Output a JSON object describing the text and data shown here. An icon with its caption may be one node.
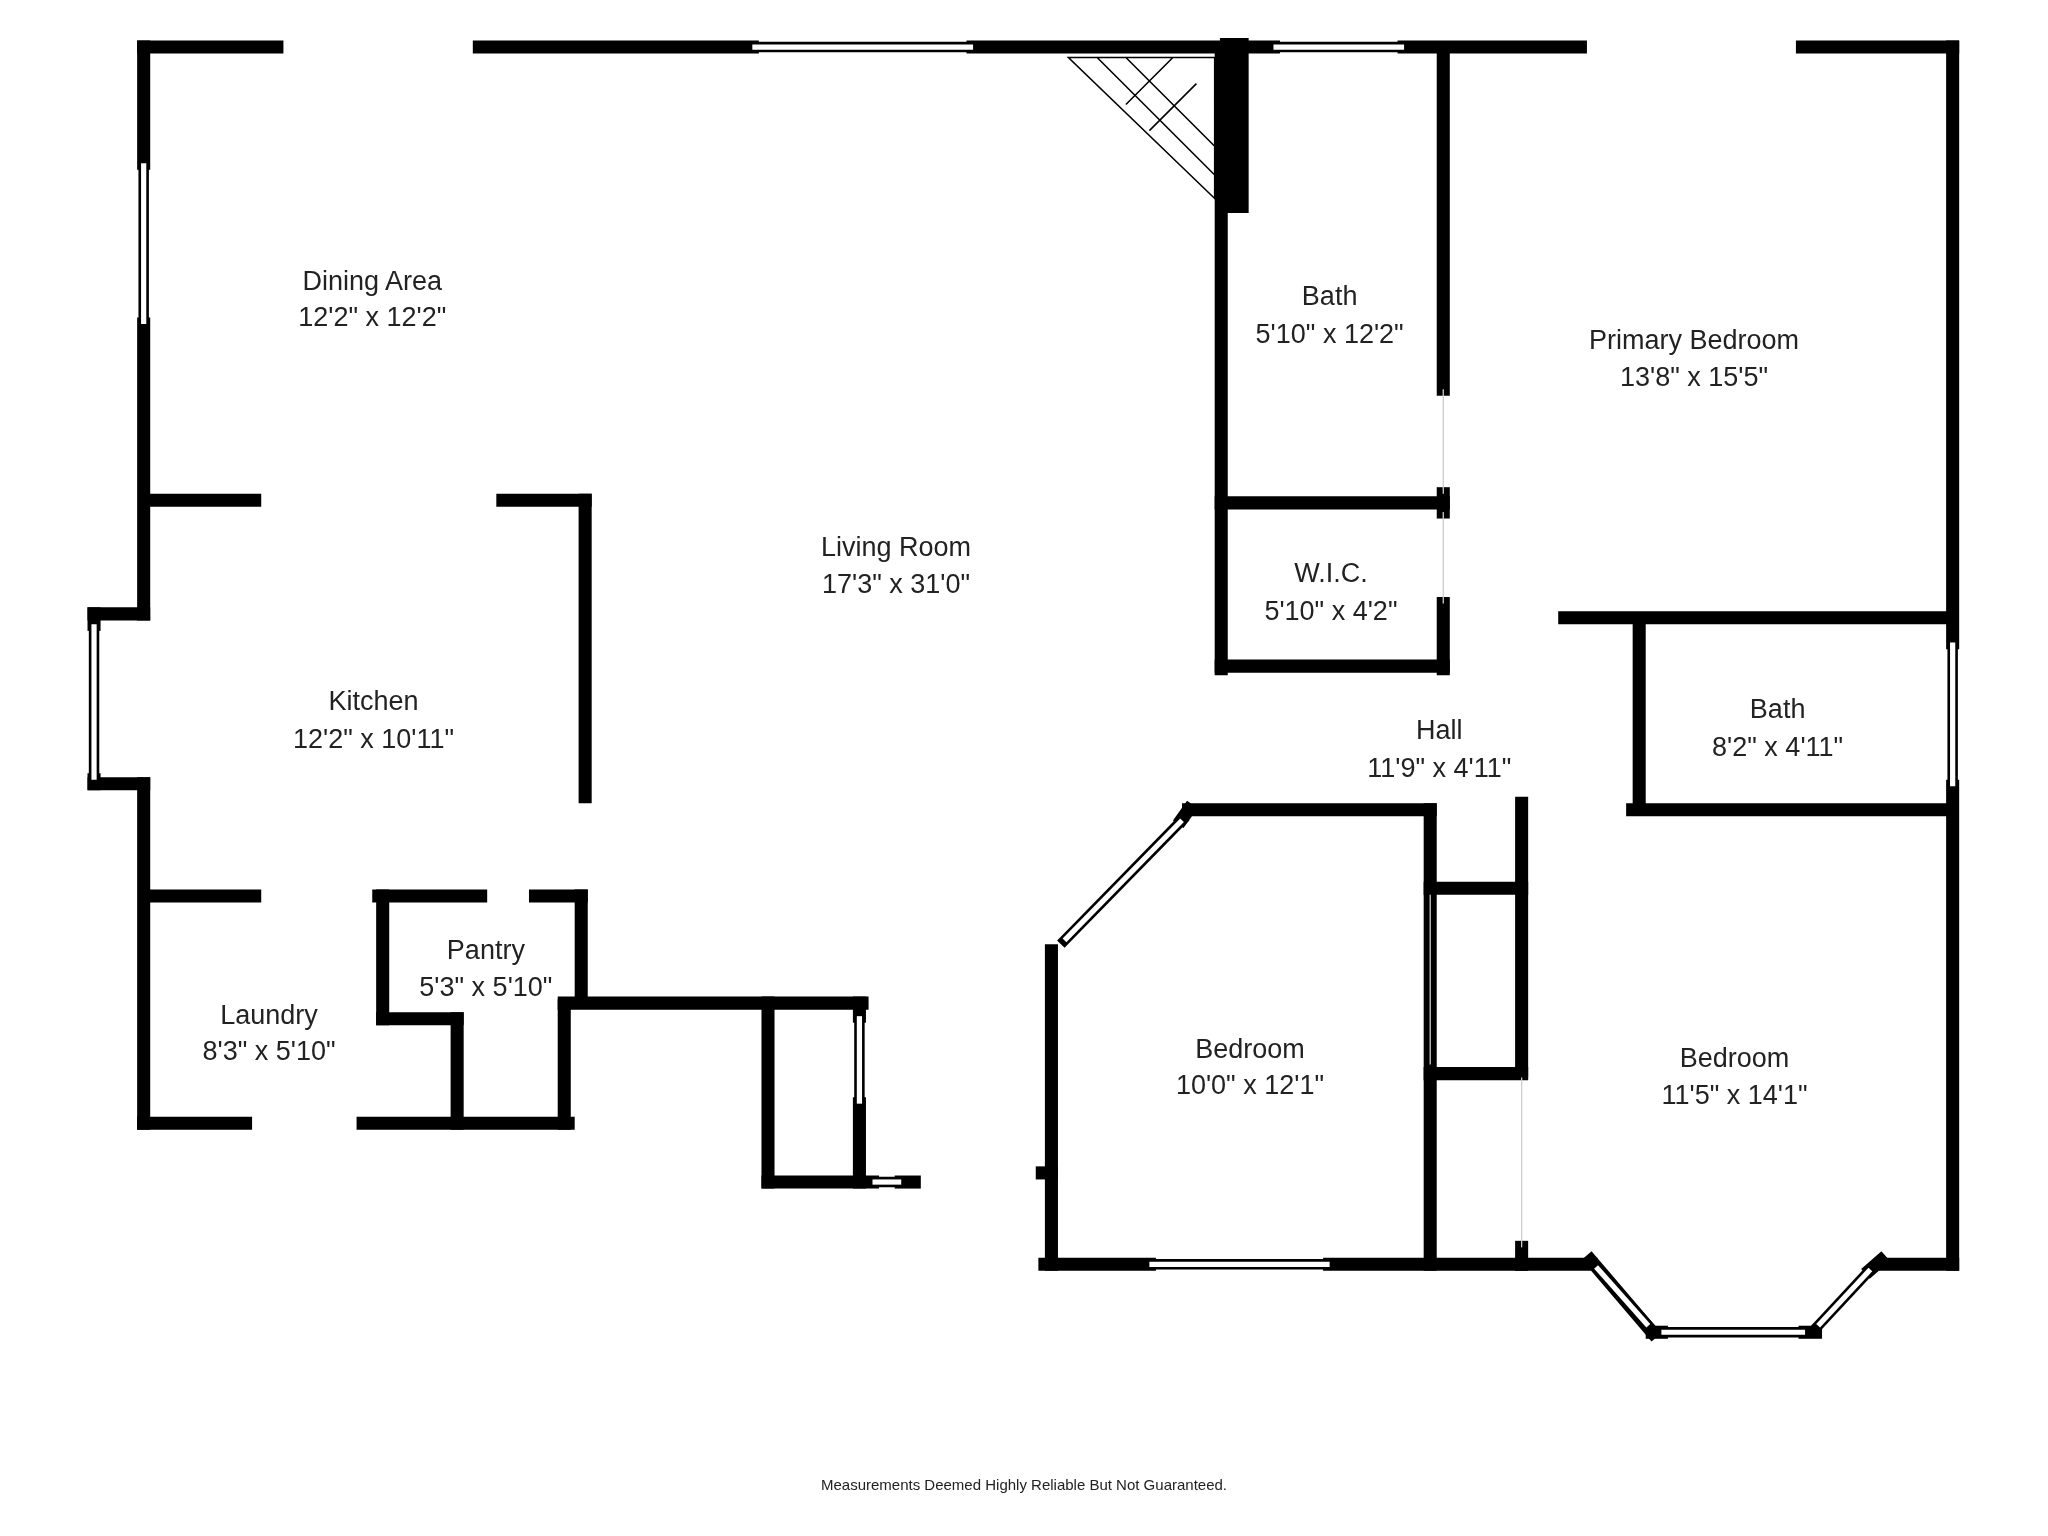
{
  "diagram": {
    "labels": [
      "Dining Area",
      "12'2\" x 12'2\"",
      "Bath",
      "5'10\" x 12'2\"",
      "Primary Bedroom",
      "13'8\" x 15'5\"",
      "Living Room",
      "17'3\" x 31'0\"",
      "W.I.C.",
      "5'10\" x 4'2\"",
      "Kitchen",
      "12'2\" x 10'11\"",
      "Bath",
      "8'2\" x 4'11\"",
      "Hall",
      "11'9\" x 4'11\"",
      "Pantry",
      "5'3\" x 5'10\"",
      "Laundry",
      "8'3\" x 5'10\"",
      "Bedroom",
      "10'0\" x 12'1\"",
      "Bedroom",
      "11'5\" x 14'1\"",
      "Measurements Deemed Highly Reliable But Not Guaranteed."
    ]
  }
}
